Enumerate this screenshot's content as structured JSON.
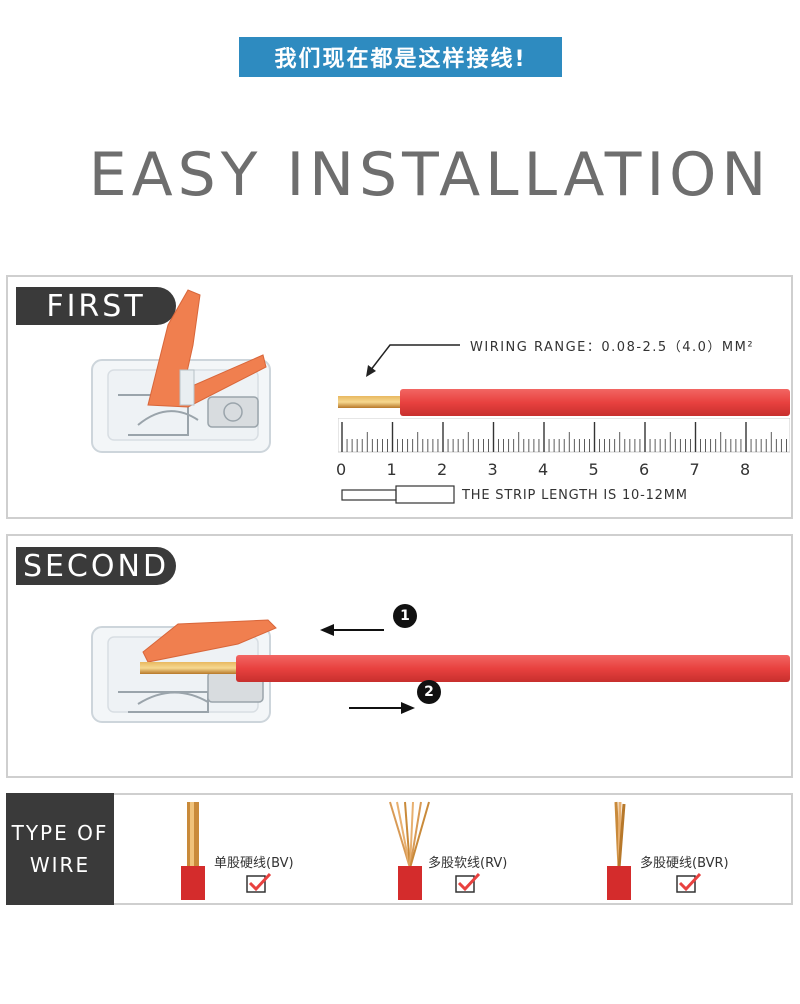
{
  "banner": {
    "text": "我们现在都是这样接线!"
  },
  "title": "EASY INSTALLATION",
  "first": {
    "tag": "FIRST",
    "range_label": "WIRING RANGE：0.08-2.5（4.0）MM²",
    "ruler_labels": [
      "0",
      "1",
      "2",
      "3",
      "4",
      "5",
      "6",
      "7",
      "8"
    ],
    "strip_label": "THE STRIP LENGTH IS 10-12MM"
  },
  "second": {
    "tag": "SECOND",
    "step_one": "1",
    "step_two": "2"
  },
  "wire_types": {
    "header_line1": "TYPE OF",
    "header_line2": "WIRE",
    "items": [
      {
        "name": "单股硬线(BV)",
        "icon": "solid-wire-icon"
      },
      {
        "name": "多股软线(RV)",
        "icon": "stranded-flexible-wire-icon"
      },
      {
        "name": "多股硬线(BVR)",
        "icon": "stranded-rigid-wire-icon"
      }
    ]
  },
  "colors": {
    "banner": "#2e8bc0",
    "wire_red": "#e8413f",
    "connector_orange": "#f07f4f",
    "copper": "#c98a3a",
    "tag_dark": "#3a3a3a"
  }
}
